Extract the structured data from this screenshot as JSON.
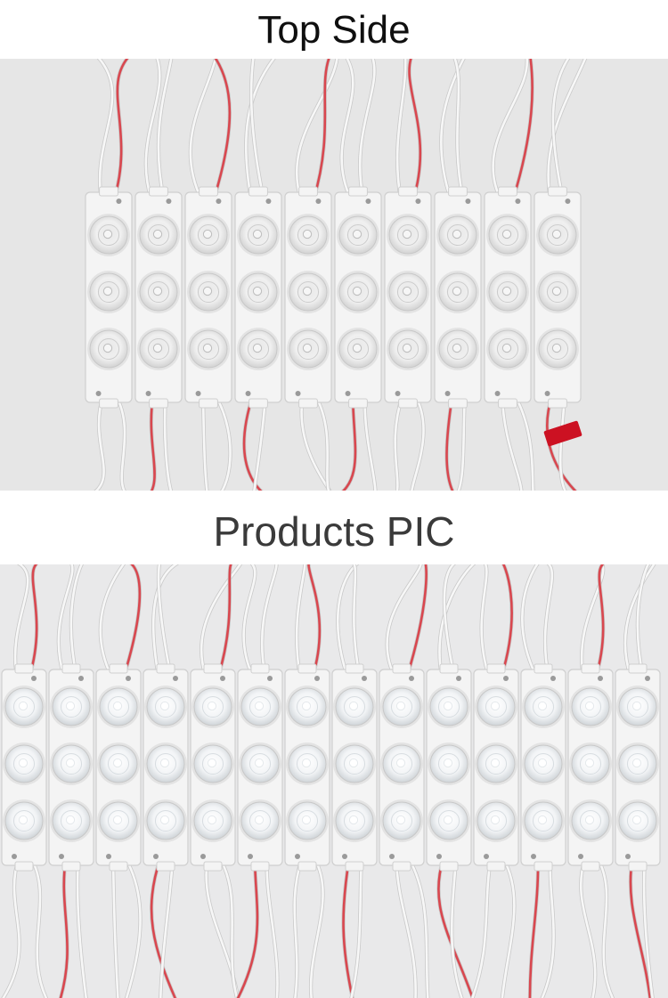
{
  "headings": {
    "top_side": "Top Side",
    "products_pic": "Products PIC"
  },
  "photos": {
    "top_side": {
      "description_icon": "led-module-strip-top-photo",
      "module_count": 10,
      "leds_per_module": 3
    },
    "products_pic": {
      "description_icon": "led-module-strip-lit-photo",
      "module_count": 14,
      "leds_per_module": 3
    }
  },
  "colors": {
    "background_top": "#e6e6e6",
    "background_products": "#e9e9ea",
    "module_body": "#f4f4f4",
    "wire_red": "#d9474f",
    "wire_white": "#f7f7f7",
    "tag_red": "#cc1122"
  }
}
